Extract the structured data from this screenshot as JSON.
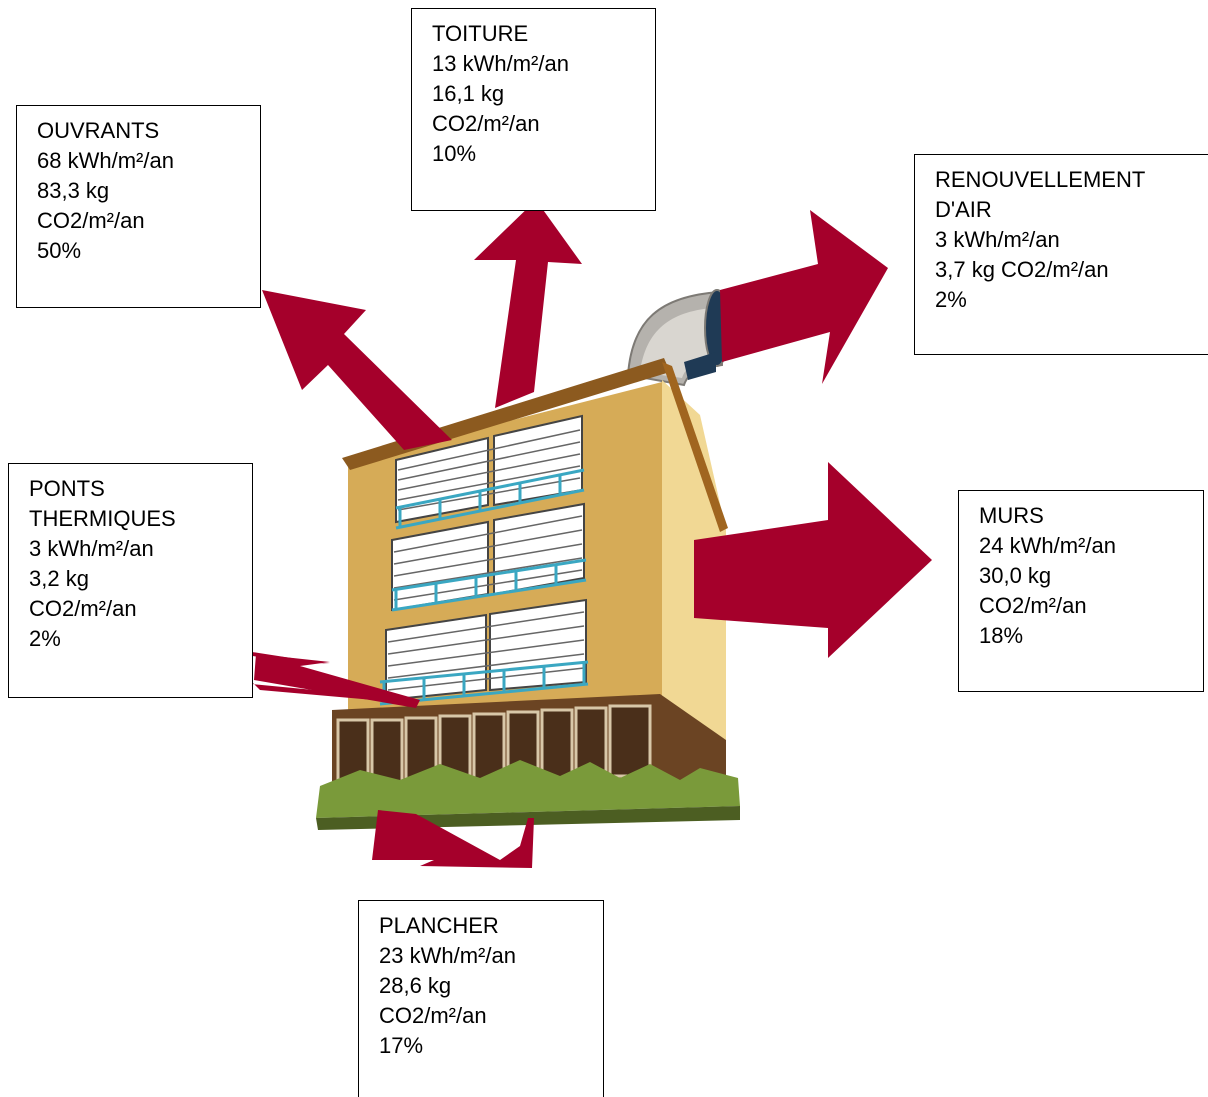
{
  "colors": {
    "arrow": "#a5002b",
    "facade": "#d6ab57",
    "side_wall": "#f1d894",
    "roof": "#8c5a1f",
    "base": "#6b4423",
    "grass": "#7a9a3a",
    "grass_dark": "#4c5e22",
    "shutter": "#ffffff",
    "railing": "#3aa7c2",
    "duct": "#b5b2ad",
    "duct_opening": "#1f3a55"
  },
  "icons": {
    "building": "building-illustration",
    "arrow": "heat-loss-arrow",
    "duct": "ventilation-duct"
  },
  "boxes": {
    "toiture": {
      "lines": [
        "TOITURE",
        "13 kWh/m²/an",
        "16,1 kg",
        "CO2/m²/an",
        "10%"
      ]
    },
    "ouvrants": {
      "lines": [
        "OUVRANTS",
        "68 kWh/m²/an",
        "83,3 kg",
        "CO2/m²/an",
        "50%"
      ]
    },
    "renouvellement": {
      "lines": [
        "RENOUVELLEMENT",
        "D'AIR",
        "3 kWh/m²/an",
        "3,7 kg CO2/m²/an",
        "2%"
      ]
    },
    "ponts": {
      "lines": [
        "PONTS",
        "THERMIQUES",
        "3 kWh/m²/an",
        "3,2 kg",
        "CO2/m²/an",
        "2%"
      ]
    },
    "murs": {
      "lines": [
        "MURS",
        "24 kWh/m²/an",
        "30,0 kg",
        "CO2/m²/an",
        "18%"
      ]
    },
    "plancher": {
      "lines": [
        "PLANCHER",
        "23 kWh/m²/an",
        "28,6 kg",
        "CO2/m²/an",
        "17%"
      ]
    }
  }
}
